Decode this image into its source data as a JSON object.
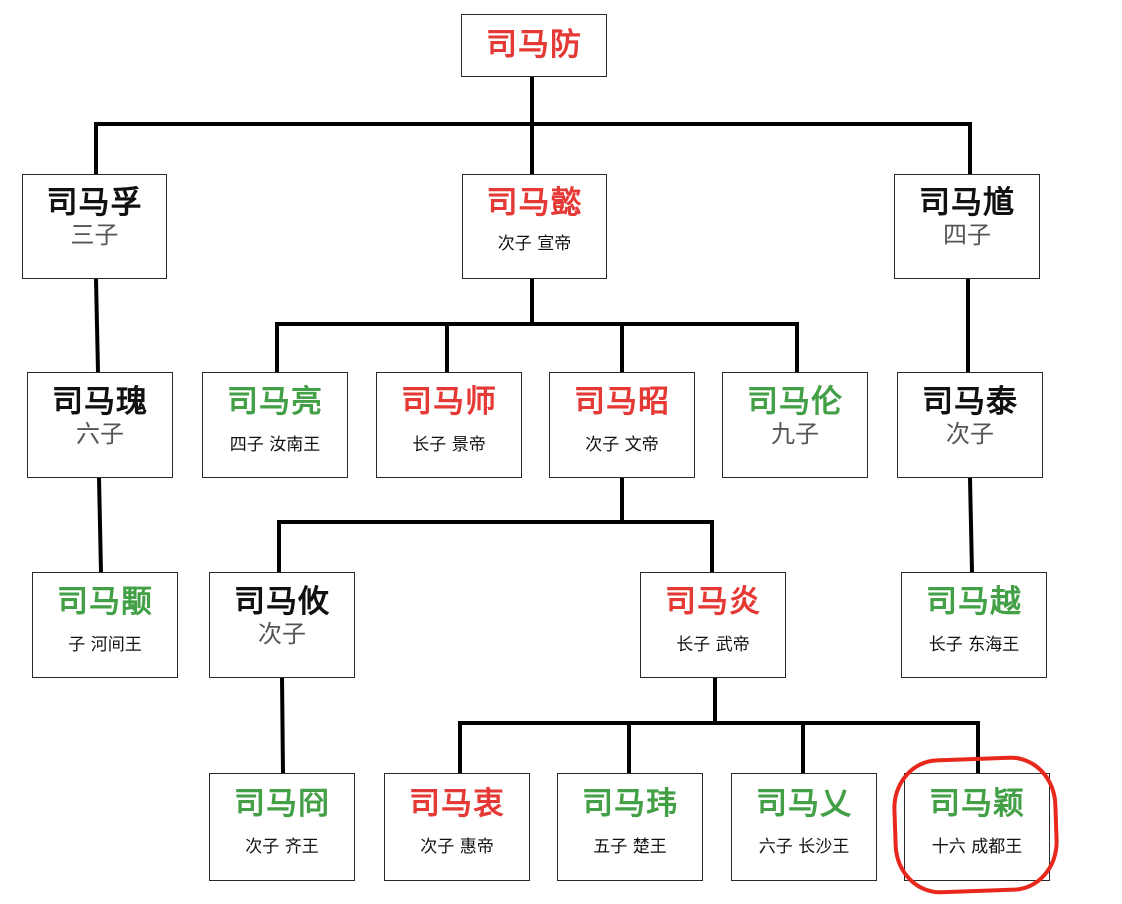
{
  "colors": {
    "emperor": "#e53935",
    "prince": "#43a047",
    "normal": "#111111",
    "highlight": "#e8281c"
  },
  "nodes": {
    "fang": {
      "name": "司马防",
      "desc": "",
      "role": "emperor"
    },
    "fu": {
      "name": "司马孚",
      "desc": "三子",
      "role": "normal"
    },
    "yi": {
      "name": "司马懿",
      "desc": "次子 宣帝",
      "role": "emperor"
    },
    "kui": {
      "name": "司马馗",
      "desc": "四子",
      "role": "normal"
    },
    "gui": {
      "name": "司马瑰",
      "desc": "六子",
      "role": "normal"
    },
    "liang": {
      "name": "司马亮",
      "desc": "四子 汝南王",
      "role": "prince"
    },
    "shi": {
      "name": "司马师",
      "desc": "长子 景帝",
      "role": "emperor"
    },
    "zhao": {
      "name": "司马昭",
      "desc": "次子 文帝",
      "role": "emperor"
    },
    "lun": {
      "name": "司马伦",
      "desc": "九子",
      "role": "prince"
    },
    "tai": {
      "name": "司马泰",
      "desc": "次子",
      "role": "normal"
    },
    "yong": {
      "name": "司马颙",
      "desc": "子 河间王",
      "role": "prince"
    },
    "you": {
      "name": "司马攸",
      "desc": "次子",
      "role": "normal"
    },
    "yan": {
      "name": "司马炎",
      "desc": "长子 武帝",
      "role": "emperor"
    },
    "yue": {
      "name": "司马越",
      "desc": "长子 东海王",
      "role": "prince"
    },
    "jiong": {
      "name": "司马冏",
      "desc": "次子 齐王",
      "role": "prince"
    },
    "zhong": {
      "name": "司马衷",
      "desc": "次子 惠帝",
      "role": "emperor"
    },
    "wei": {
      "name": "司马玮",
      "desc": "五子 楚王",
      "role": "prince"
    },
    "ai": {
      "name": "司马乂",
      "desc": "六子 长沙王",
      "role": "prince"
    },
    "ying": {
      "name": "司马颖",
      "desc": "十六 成都王",
      "role": "prince"
    }
  }
}
